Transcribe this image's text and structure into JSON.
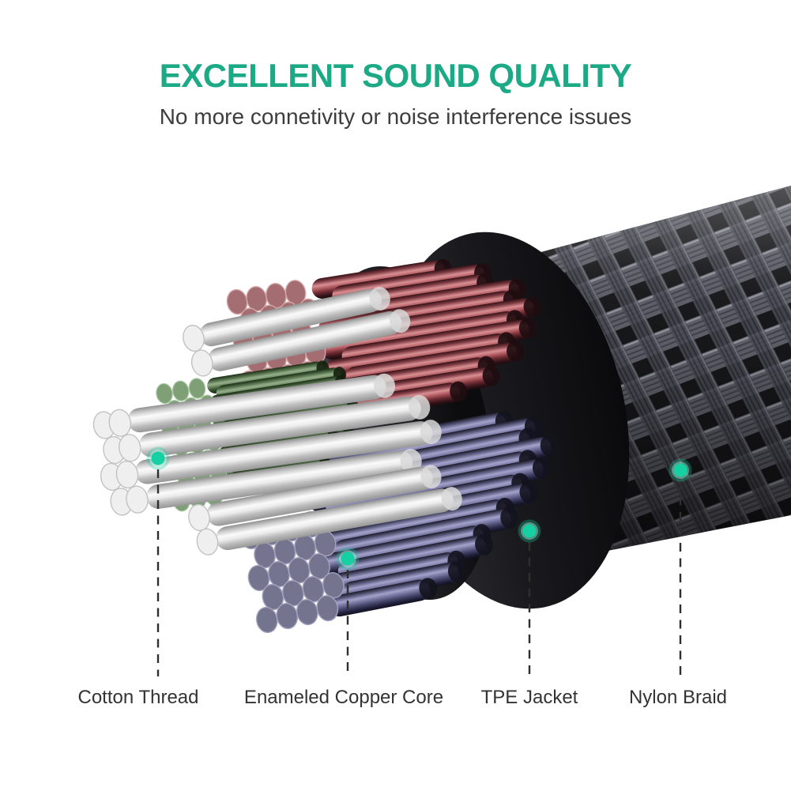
{
  "header": {
    "title": "EXCELLENT SOUND QUALITY",
    "subtitle": "No more connetivity or noise interference issues"
  },
  "colors": {
    "accent_green": "#1caa86",
    "dot_teal": "#15d0a2",
    "subtitle_gray": "#3d3d3d",
    "label_gray": "#333333"
  },
  "diagram": {
    "type": "cable-cutaway-illustration",
    "parts": [
      {
        "id": "cotton-thread",
        "label": "Cotton Thread"
      },
      {
        "id": "enameled-copper-core",
        "label": "Enameled Copper Core"
      },
      {
        "id": "tpe-jacket",
        "label": "TPE Jacket"
      },
      {
        "id": "nylon-braid",
        "label": "Nylon Braid"
      }
    ]
  }
}
